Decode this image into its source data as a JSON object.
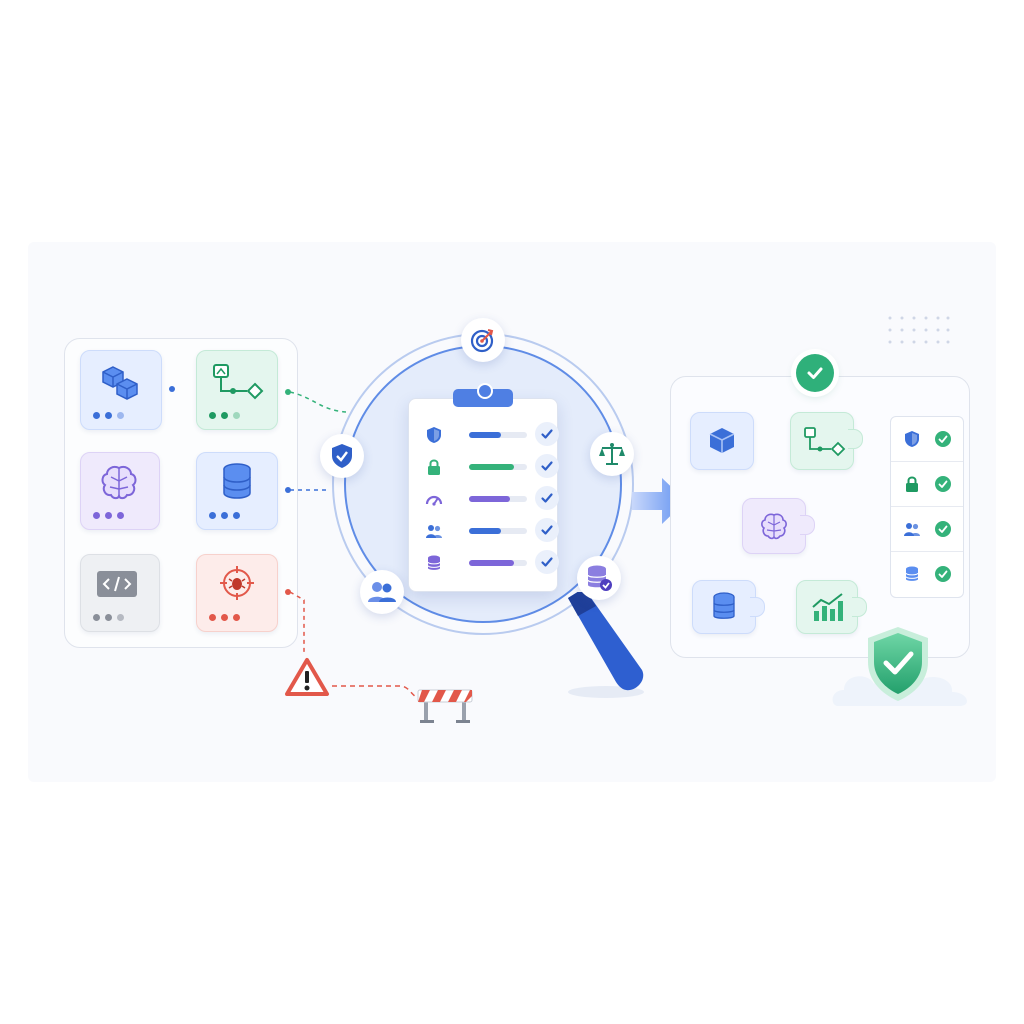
{
  "colors": {
    "blue": "#3b6fd8",
    "green": "#34b27a",
    "purple": "#7d66d9",
    "gray": "#8a8f99",
    "red": "#e2584a",
    "light_blue_bg": "#e6eeff",
    "light_green_bg": "#e4f6ee",
    "light_purple_bg": "#efeafc",
    "light_red_bg": "#fdecea"
  },
  "left_panel": {
    "tiles": [
      {
        "icon": "cubes-icon",
        "accent": "#3b6fd8"
      },
      {
        "icon": "flowchart-icon",
        "accent": "#34b27a"
      },
      {
        "icon": "brain-icon",
        "accent": "#7d66d9"
      },
      {
        "icon": "database-icon",
        "accent": "#3b6fd8"
      },
      {
        "icon": "code-window-icon",
        "accent": "#8a8f99"
      },
      {
        "icon": "bug-target-icon",
        "accent": "#e2584a"
      }
    ]
  },
  "warning": {
    "icon": "warning-triangle-icon",
    "blocker_icon": "road-barrier-icon"
  },
  "audit": {
    "badges": [
      "target-icon",
      "shield-check-icon",
      "scales-icon",
      "users-icon",
      "database-check-icon"
    ],
    "checklist": [
      {
        "icon": "shield-icon",
        "progress": 0.55,
        "color": "#3b6fd8"
      },
      {
        "icon": "lock-icon",
        "progress": 0.78,
        "color": "#34b27a"
      },
      {
        "icon": "gauge-icon",
        "progress": 0.7,
        "color": "#7d66d9"
      },
      {
        "icon": "users-icon",
        "progress": 0.55,
        "color": "#3b6fd8"
      },
      {
        "icon": "database-icon",
        "progress": 0.78,
        "color": "#7d66d9"
      }
    ]
  },
  "right_panel": {
    "status_icon": "check-circle-icon",
    "checklist": [
      "shield-icon",
      "lock-icon",
      "users-icon",
      "database-icon"
    ],
    "final_icon": "shield-check-icon"
  }
}
